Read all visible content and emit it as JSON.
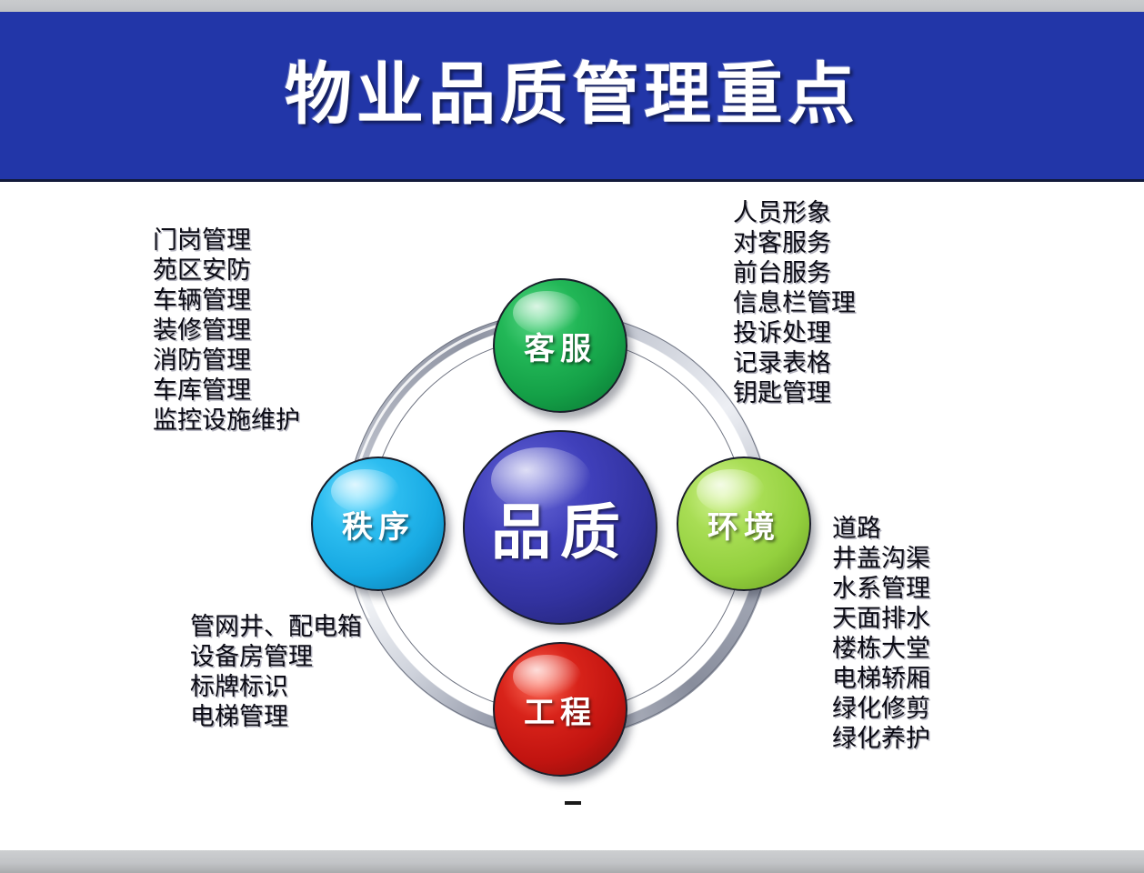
{
  "slide": {
    "title": "物业品质管理重点",
    "title_color": "#ffffff",
    "banner_color": "#2236a8",
    "background_color": "#ffffff",
    "bottom_mark": ""
  },
  "chart_data": {
    "type": "diagram",
    "layout": "radial-hub-and-spoke-ring",
    "title": "物业品质管理重点",
    "center": {
      "label": "品质",
      "color": "#3333aa"
    },
    "nodes": [
      {
        "id": "service",
        "label": "客服",
        "position": "top",
        "color": "#17a94a"
      },
      {
        "id": "env",
        "label": "环境",
        "position": "right",
        "color": "#93d03e"
      },
      {
        "id": "eng",
        "label": "工程",
        "position": "bottom",
        "color": "#c21410"
      },
      {
        "id": "security",
        "label": "秩序",
        "position": "left",
        "color": "#17a9e2"
      }
    ],
    "ring_color": "#b9bdc8"
  },
  "lists": {
    "security": {
      "anchor": "秩序",
      "position": "top-left",
      "items": [
        "门岗管理",
        "苑区安防",
        "车辆管理",
        "装修管理",
        "消防管理",
        "车库管理",
        "监控设施维护"
      ]
    },
    "service": {
      "anchor": "客服",
      "position": "top-right",
      "items": [
        "人员形象",
        "对客服务",
        "前台服务",
        "信息栏管理",
        "投诉处理",
        "记录表格",
        "钥匙管理"
      ]
    },
    "environment": {
      "anchor": "环境",
      "position": "bottom-right",
      "items": [
        "道路",
        "井盖沟渠",
        "水系管理",
        "天面排水",
        "楼栋大堂",
        "电梯轿厢",
        "绿化修剪",
        "绿化养护"
      ]
    },
    "engineering": {
      "anchor": "工程",
      "position": "bottom-left",
      "items": [
        "管网井、配电箱",
        "设备房管理",
        "标牌标识",
        "电梯管理"
      ]
    }
  }
}
